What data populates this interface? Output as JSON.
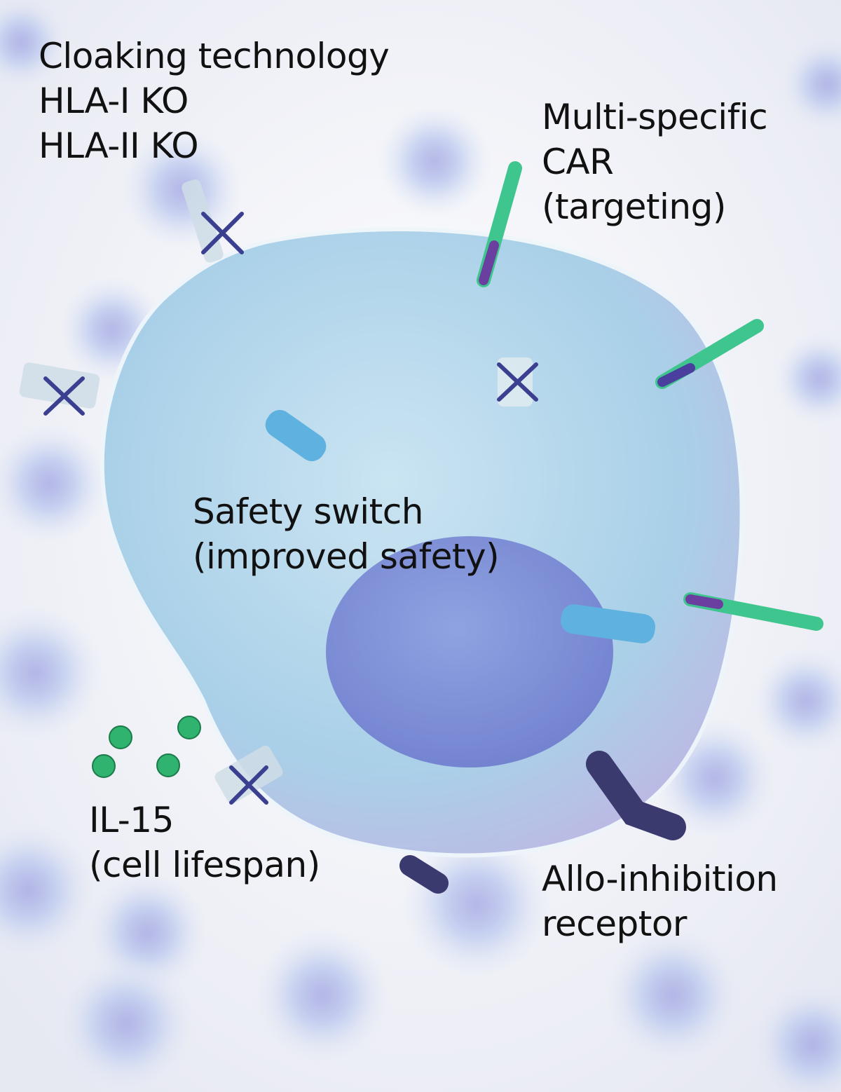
{
  "labels": {
    "cloaking": [
      "Cloaking technology",
      "HLA-I KO",
      "HLA-II KO"
    ],
    "car": [
      "Multi-specific",
      "CAR",
      "(targeting)"
    ],
    "safety": [
      "Safety switch",
      "(improved safety)"
    ],
    "il15": [
      "IL-15",
      "(cell lifespan)"
    ],
    "allo": [
      "Allo-inhibition",
      "receptor"
    ]
  },
  "colors": {
    "cell_membrane": "#a9d3ea",
    "nucleus": "#7d8fd6",
    "car_receptor": "#3fc58e",
    "safety_switch": "#5fb2e0",
    "allo_receptor": "#3b3a6e",
    "il15": "#2fb36e",
    "knockout_cross": "#3a3f8f"
  }
}
